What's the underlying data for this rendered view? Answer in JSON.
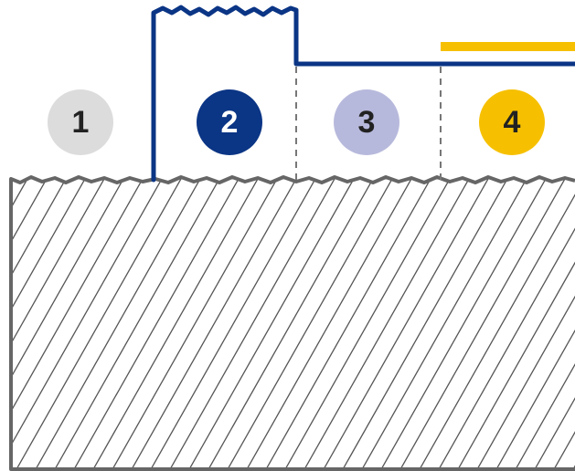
{
  "colors": {
    "ground_outline": "#666666",
    "hatch": "#555555",
    "navy": "#0b3585",
    "yellow": "#f6c000",
    "light_gray": "#dcdcdc",
    "lavender": "#b7b9dc",
    "divider": "#777777",
    "dark_text": "#222222",
    "light_text": "#ffffff"
  },
  "zones": [
    {
      "number": "1",
      "fill": "#dcdcdc",
      "text_color": "#222222"
    },
    {
      "number": "2",
      "fill": "#0b3585",
      "text_color": "#ffffff"
    },
    {
      "number": "3",
      "fill": "#b7b9dc",
      "text_color": "#222222"
    },
    {
      "number": "4",
      "fill": "#f6c000",
      "text_color": "#222222"
    }
  ],
  "elements": {
    "ground": "hatched-ground",
    "tall_wall": "navy-wall-with-rough-top",
    "low_layer": "navy-thin-layer",
    "top_strip": "yellow-strip"
  }
}
